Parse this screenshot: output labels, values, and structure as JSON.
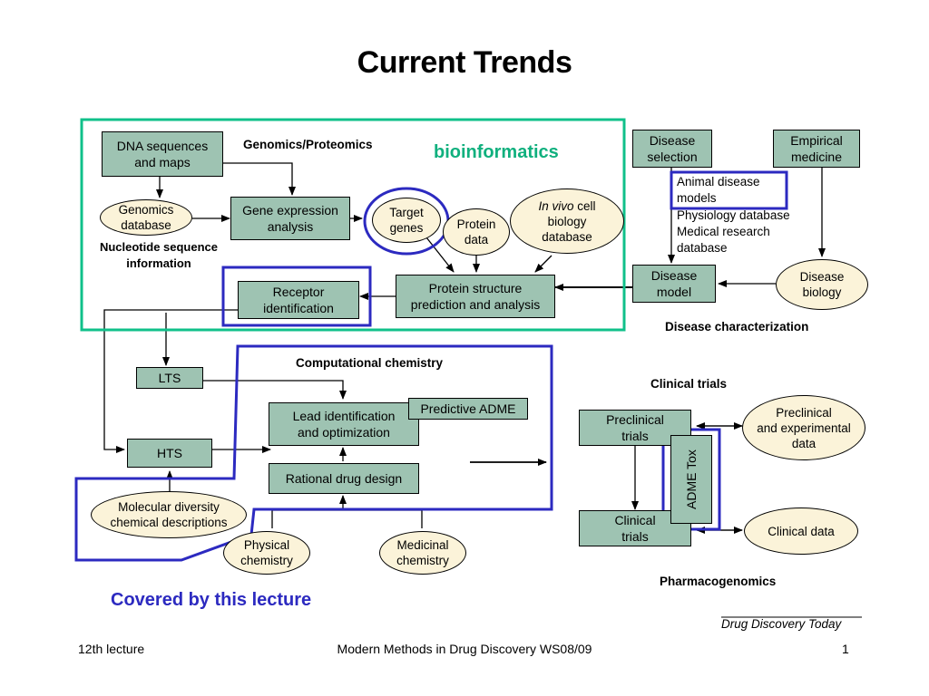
{
  "slide": {
    "title": "Current Trends",
    "annotations": {
      "bioinformatics": "bioinformatics",
      "covered": "Covered by this lecture"
    },
    "headings": {
      "genomics": "Genomics/Proteomics",
      "computational": "Computational chemistry",
      "disease_char": "Disease characterization",
      "clinical_trials": "Clinical trials",
      "pharmacogenomics": "Pharmacogenomics"
    },
    "boxes": {
      "dna": "DNA sequences\nand maps",
      "gene_expr": "Gene expression\nanalysis",
      "protein_struct": "Protein structure\nprediction and analysis",
      "receptor": "Receptor\nidentification",
      "disease_sel": "Disease\nselection",
      "empirical": "Empirical\nmedicine",
      "disease_model": "Disease\nmodel",
      "lts": "LTS",
      "hts": "HTS",
      "lead": "Lead identification\nand optimization",
      "pred_adme": "Predictive ADME",
      "rational": "Rational drug design",
      "preclinical_trials": "Preclinical\ntrials",
      "clinical_trials": "Clinical\ntrials",
      "adme_tox": "ADME Tox"
    },
    "ellipses": {
      "genomics_db": "Genomics\ndatabase",
      "target_genes": "Target\ngenes",
      "protein_data": "Protein\ndata",
      "in_vivo_prefix": "In vivo",
      "in_vivo_rest": " cell\nbiology\ndatabase",
      "disease_bio": "Disease\nbiology",
      "mol_div": "Molecular diversity\nchemical descriptions",
      "physical": "Physical\nchemistry",
      "medicinal": "Medicinal\nchemistry",
      "preclinical_data": "Preclinical\nand experimental\ndata",
      "clinical_data": "Clinical data"
    },
    "texts": {
      "nucleotide": "Nucleotide sequence\ninformation",
      "animal_models": "Animal disease\nmodels",
      "databases": "Physiology database\nMedical research\ndatabase",
      "source": "Drug Discovery Today"
    },
    "colors": {
      "box_fill": "#9ec3b2",
      "ellipse_fill": "#fbf3d9",
      "highlight_teal": "#10c08a",
      "highlight_blue": "#2c2ac0"
    }
  },
  "footer": {
    "left": "12th lecture",
    "center": "Modern Methods in Drug Discovery WS08/09",
    "right": "1"
  }
}
